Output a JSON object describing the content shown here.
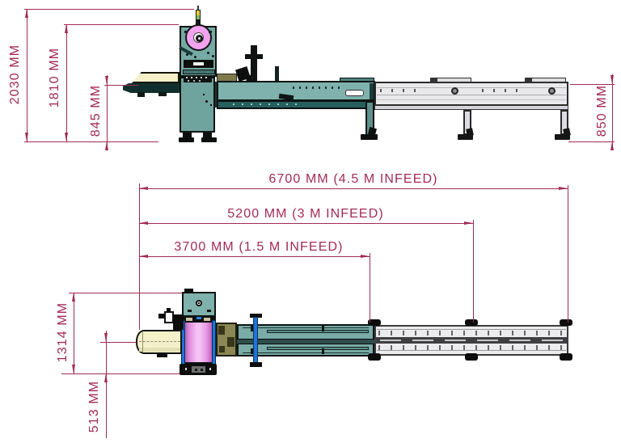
{
  "drawing": {
    "dims": {
      "overall_height": "2030 MM",
      "film_reel_height": "1810 MM",
      "infeed_height": "845 MM",
      "outfeed_height": "850 MM",
      "length_6700": "6700 MM (4.5 M INFEED)",
      "length_5200": "5200 MM (3 M INFEED)",
      "length_3700": "3700 MM (1.5 M INFEED)",
      "overall_width": "1314 MM",
      "infeed_centerline_offset": "513 MM"
    },
    "palette": {
      "dimension_accent": "#A32A56",
      "machine_teal": "#79ACA6",
      "machine_teal_dark": "#2C6160",
      "film_reel_pink": "#F2A3EF",
      "film_roll_magenta": "#E392E1",
      "infeed_cream": "#F4F0C9",
      "guide_blue": "#2273DA",
      "former_khaki": "#8A8754",
      "outfeed_gray": "#ECECEF"
    }
  }
}
